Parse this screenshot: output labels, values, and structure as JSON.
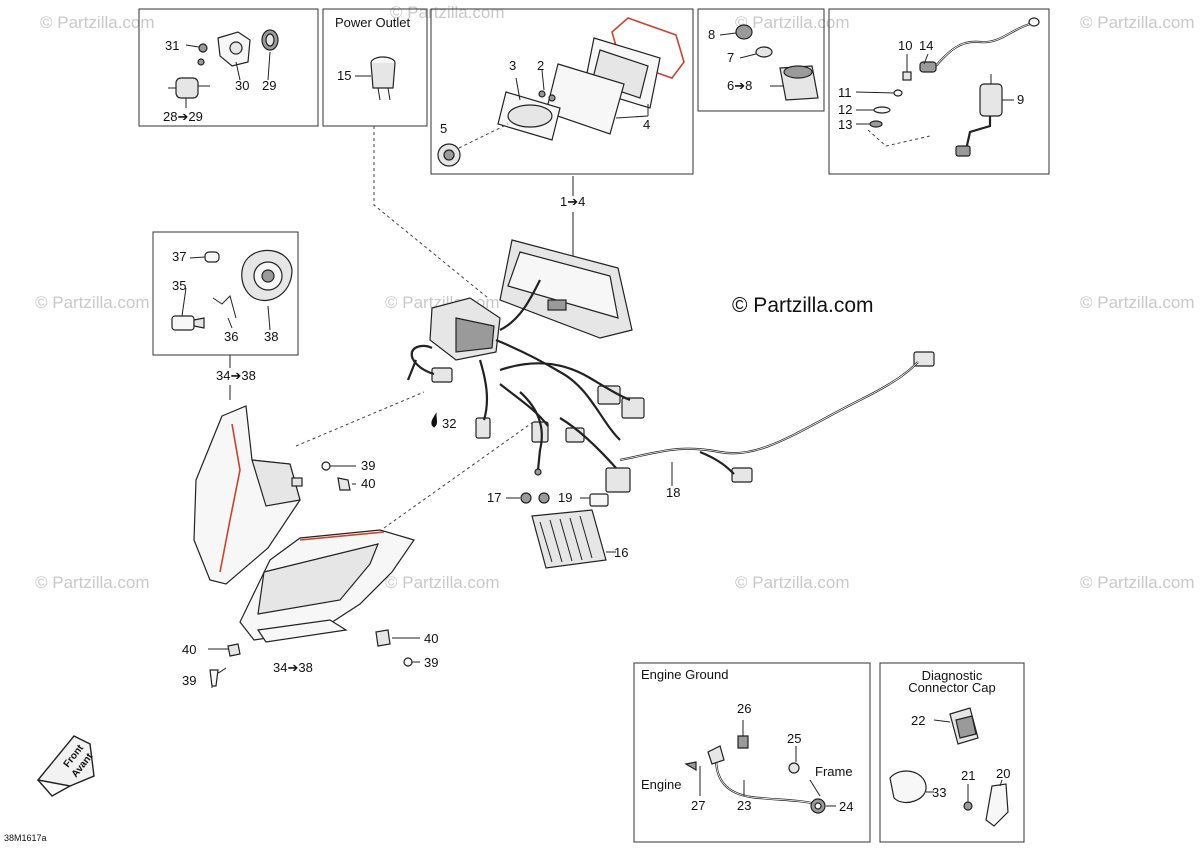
{
  "brand_watermark": "© Partzilla.com",
  "brand_center": "© Partzilla.com",
  "drawing_code": "38M1617a",
  "insets": {
    "power_outlet": "Power Outlet",
    "engine_ground": "Engine Ground",
    "diagnostic_cap": "Diagnostic\nConnector Cap",
    "diagnostic_cap_line1": "Diagnostic",
    "diagnostic_cap_line2": "Connector Cap"
  },
  "words": {
    "engine": "Engine",
    "frame": "Frame",
    "front": "Front",
    "avant": "Avant"
  },
  "callouts": {
    "c1": "31",
    "c2": "30",
    "c3": "29",
    "c4": "28➔29",
    "c5": "15",
    "c6": "3",
    "c7": "2",
    "c8": "5",
    "c9": "4",
    "c10": "8",
    "c11": "7",
    "c12": "6➔8",
    "c13": "10",
    "c14": "14",
    "c15": "11",
    "c16": "12",
    "c17": "13",
    "c18": "9",
    "c19": "1➔4",
    "c20": "37",
    "c21": "35",
    "c22": "36",
    "c23": "38",
    "c24": "34➔38",
    "c25": "32",
    "c26": "39",
    "c27": "40",
    "c28": "17",
    "c29": "19",
    "c30": "16",
    "c31": "18",
    "c32": "40",
    "c33": "39",
    "c34": "34➔38",
    "c35": "40",
    "c36": "39",
    "c37": "26",
    "c38": "25",
    "c39": "27",
    "c40": "23",
    "c41": "24",
    "c42": "22",
    "c43": "21",
    "c44": "20",
    "c45": "33"
  },
  "icons": [
    "front-arrow-icon",
    "drop-icon"
  ]
}
